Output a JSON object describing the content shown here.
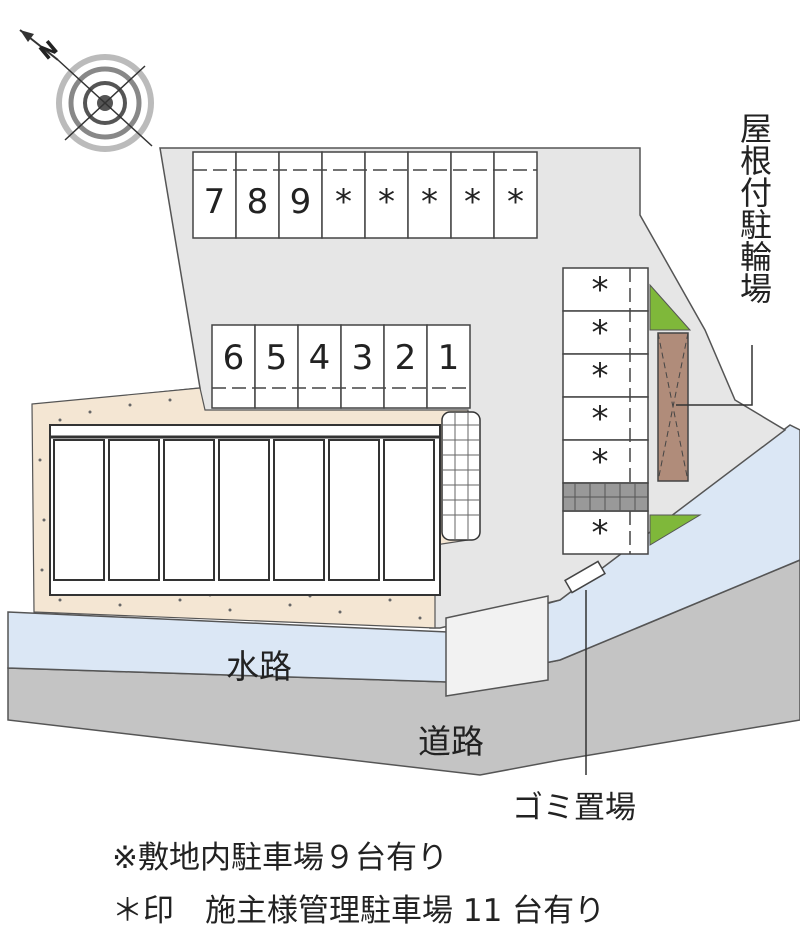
{
  "map": {
    "compass_symbol": "N",
    "labels": {
      "covered_bicycle_parking": "屋根付駐輪場",
      "waterway": "水路",
      "road": "道路",
      "garbage": "ゴミ置場"
    },
    "parking_top_row": [
      "7",
      "8",
      "9",
      "*",
      "*",
      "*",
      "*",
      "*"
    ],
    "parking_middle_row": [
      "6",
      "5",
      "4",
      "3",
      "2",
      "1"
    ],
    "parking_right_column": [
      "*",
      "*",
      "*",
      "*",
      "*",
      "*"
    ],
    "colors": {
      "site": "#e6e6e6",
      "waterway": "#dbe7f5",
      "road": "#c4c4c4",
      "garden": "#f4e6d3",
      "bicycle_roof": "#b08c7a",
      "greenery": "#7fb83a"
    },
    "icons": [
      "compass-icon"
    ]
  },
  "notes": {
    "line1": "※敷地内駐車場９台有り",
    "line2": "＊印　施主様管理駐車場 11 台有り"
  }
}
